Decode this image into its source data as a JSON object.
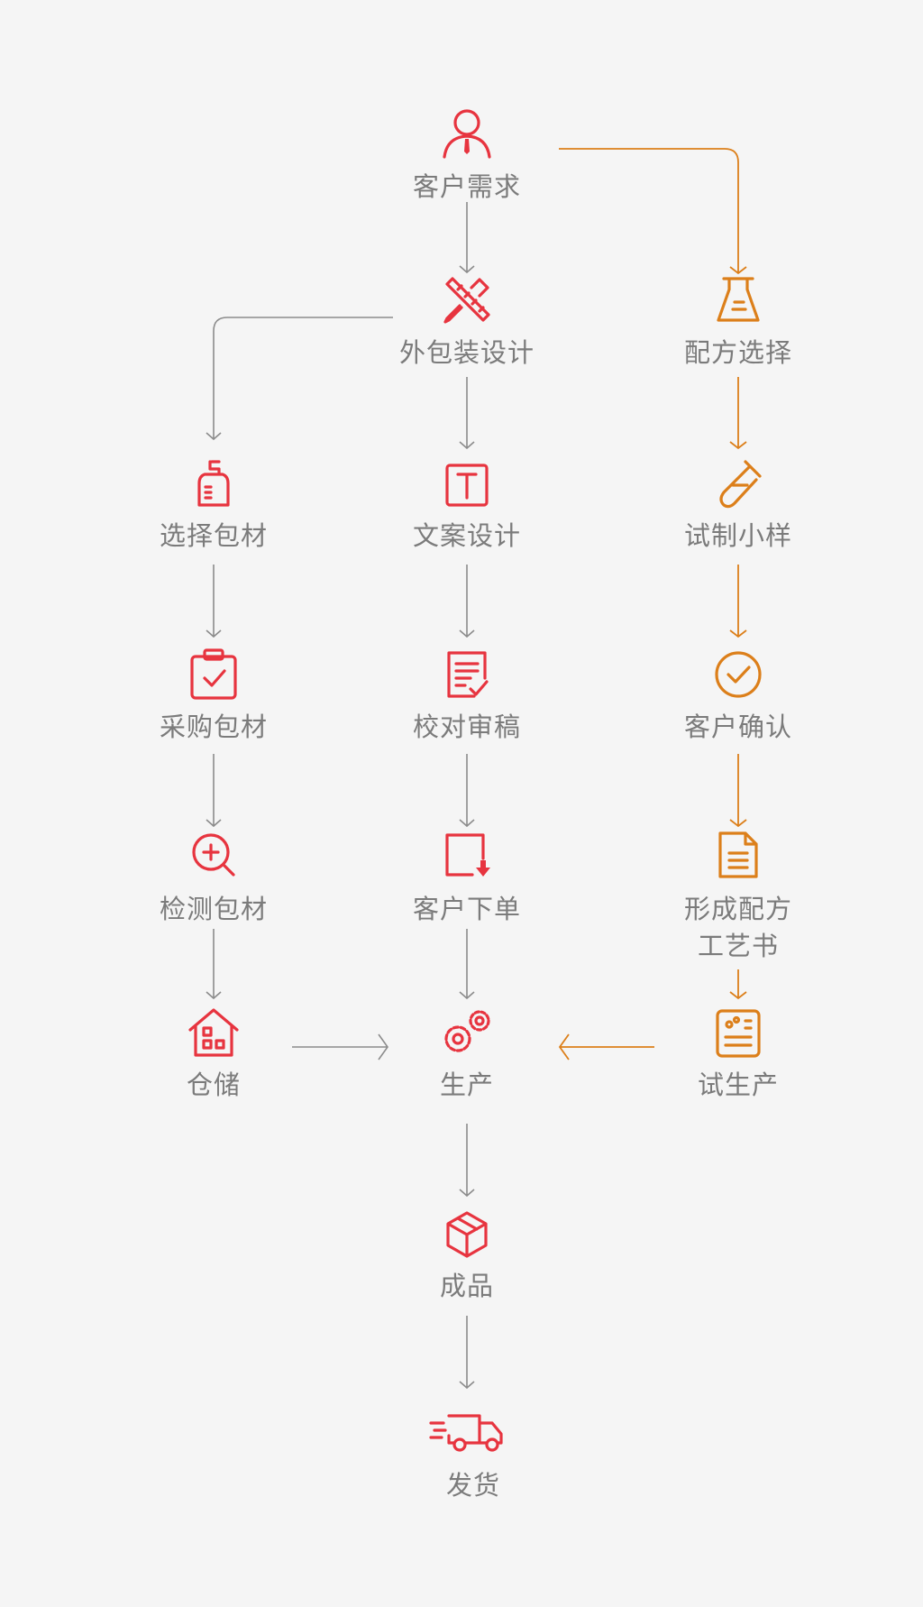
{
  "colors": {
    "background": "#f5f5f5",
    "icon_red": "#e7343f",
    "icon_orange": "#dc7f1a",
    "line_gray": "#8c8c8c",
    "label_gray": "#7b7b7b"
  },
  "nodes": {
    "customer_demand": {
      "label": "客户需求",
      "icon": "person-icon"
    },
    "packaging_design": {
      "label": "外包装设计",
      "icon": "ruler-pencil-icon"
    },
    "formula_select": {
      "label": "配方选择",
      "icon": "flask-icon"
    },
    "select_material": {
      "label": "选择包材",
      "icon": "bottle-icon"
    },
    "copy_design": {
      "label": "文案设计",
      "icon": "text-icon"
    },
    "trial_sample": {
      "label": "试制小样",
      "icon": "test-tube-icon"
    },
    "purchase_material": {
      "label": "采购包材",
      "icon": "clipboard-check-icon"
    },
    "proofread": {
      "label": "校对审稿",
      "icon": "document-check-icon"
    },
    "customer_confirm": {
      "label": "客户确认",
      "icon": "check-circle-icon"
    },
    "inspect_material": {
      "label": "检测包材",
      "icon": "magnifier-plus-icon"
    },
    "customer_order": {
      "label": "客户下单",
      "icon": "order-download-icon"
    },
    "process_doc": {
      "label_line1": "形成配方",
      "label_line2": "工艺书",
      "icon": "document-icon"
    },
    "storage": {
      "label": "仓储",
      "icon": "warehouse-icon"
    },
    "production": {
      "label": "生产",
      "icon": "gears-icon"
    },
    "trial_production": {
      "label": "试生产",
      "icon": "settings-panel-icon"
    },
    "finished_product": {
      "label": "成品",
      "icon": "box-icon"
    },
    "shipping": {
      "label": "发货",
      "icon": "truck-icon"
    }
  }
}
